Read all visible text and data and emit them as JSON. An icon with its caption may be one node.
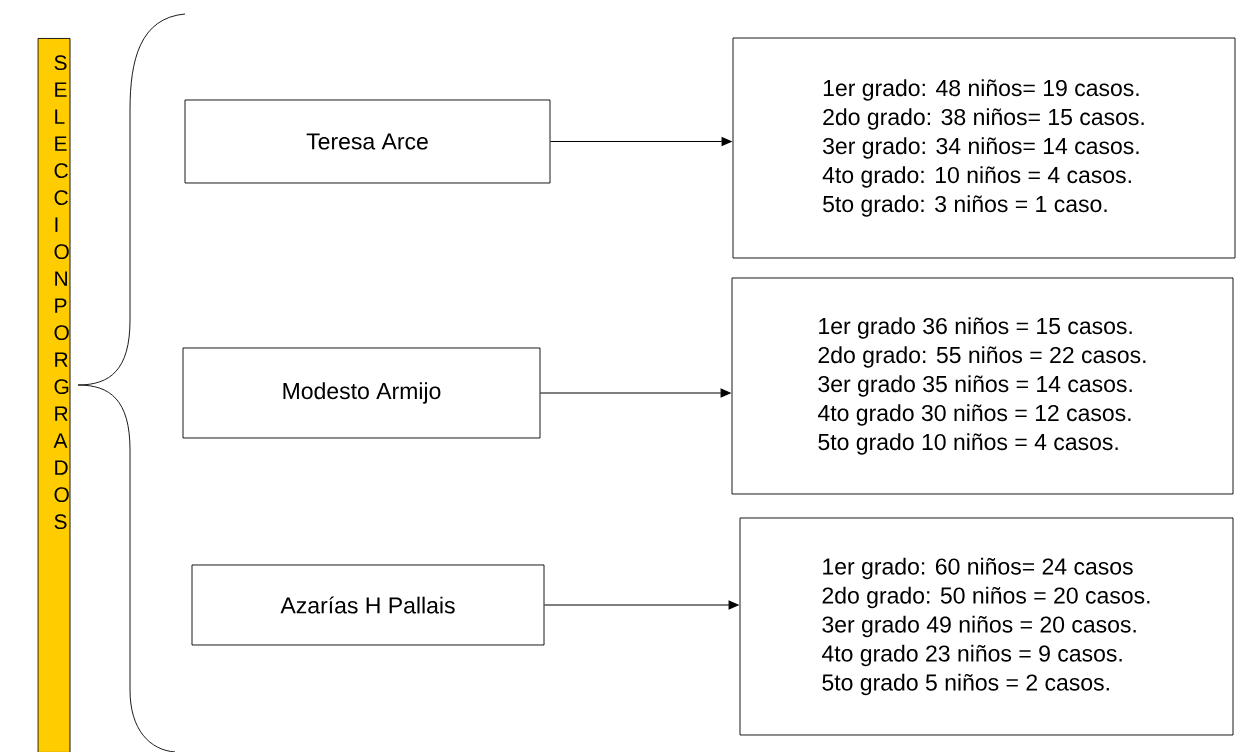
{
  "diagram": {
    "nodes": [
      {
        "text": [
          "SELECCION POR GRADOS"
        ]
      },
      {
        "text": [
          "Teresa Arce"
        ]
      },
      {
        "text": [
          "1er grado: 48 niños= 19 casos.",
          "2do grado: 38 niños= 15 casos.",
          "3er grado: 34 niños= 14 casos.",
          "4to grado: 10 niños = 4 casos.",
          "5to grado: 3 niños = 1 caso."
        ]
      },
      {
        "text": [
          "Modesto Armijo"
        ]
      },
      {
        "text": [
          "1er grado 36 niños = 15 casos.",
          "2do grado: 55 niños = 22 casos.",
          "3er grado 35 niños = 14 casos.",
          "4to grado 30 niños = 12 casos.",
          "5to grado 10 niños = 4 casos."
        ]
      },
      {
        "text": [
          "Azarías H Pallais"
        ]
      },
      {
        "text": [
          "1er grado: 60 niños= 24 casos",
          "2do grado: 50 niños = 20 casos.",
          "3er grado 49 niños = 20 casos.",
          "4to grado 23 niños = 9 casos.",
          "5to grado 5 niños = 2 casos."
        ]
      }
    ],
    "edges": [
      {
        "from": 1,
        "to": 2,
        "arrow": "to"
      },
      {
        "from": 3,
        "to": 4,
        "arrow": "to"
      },
      {
        "from": 5,
        "to": 6,
        "arrow": "to"
      }
    ]
  }
}
